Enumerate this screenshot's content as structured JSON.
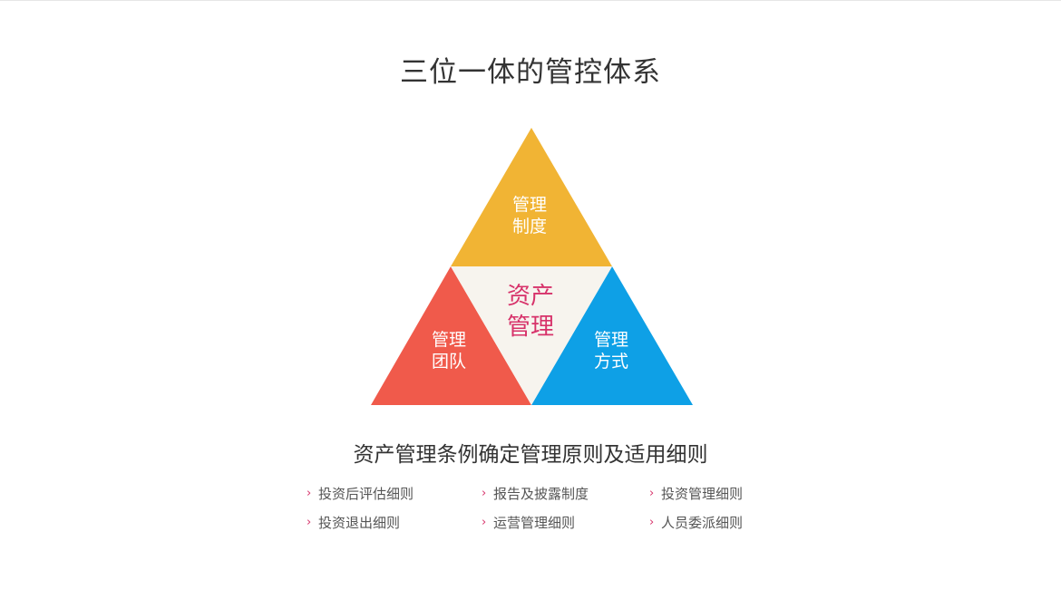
{
  "title": "三位一体的管控体系",
  "triangle": {
    "top": {
      "line1": "管理",
      "line2": "制度",
      "color": "#F1B434"
    },
    "left": {
      "line1": "管理",
      "line2": "团队",
      "color": "#F05A4B"
    },
    "right": {
      "line1": "管理",
      "line2": "方式",
      "color": "#0EA0E6"
    },
    "center": {
      "line1": "资产",
      "line2": "管理",
      "color": "#F7F4EE",
      "text_color": "#D7326A"
    }
  },
  "subtitle": "资产管理条例确定管理原则及适用细则",
  "bullet_icon": "chevron-right-icon",
  "bullet_color": "#D7326A",
  "rules": [
    "投资后评估细则",
    "报告及披露制度",
    "投资管理细则",
    "投资退出细则",
    "运营管理细则",
    "人员委派细则"
  ]
}
